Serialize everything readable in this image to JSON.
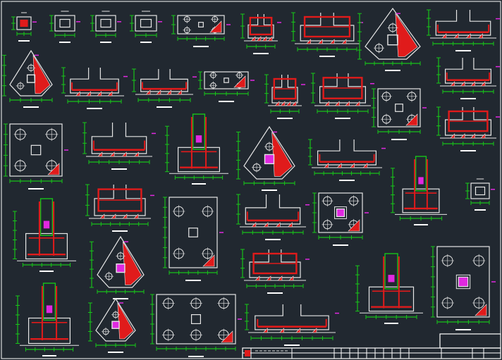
{
  "window": {
    "title": ""
  },
  "sheet": {
    "background": "#212830",
    "colors": {
      "line": "#e6e6e6",
      "concrete_section": "#e01b1b",
      "dimension": "#18c21a",
      "annotation": "#e029e0",
      "frame": "#ffffff"
    },
    "legend": [
      {
        "name": "line",
        "meaning": "outline"
      },
      {
        "name": "concrete_section",
        "meaning": "section fill"
      },
      {
        "name": "dimension",
        "meaning": "dimension"
      },
      {
        "name": "annotation",
        "meaning": "marker"
      }
    ]
  },
  "title_block": {
    "text": []
  }
}
